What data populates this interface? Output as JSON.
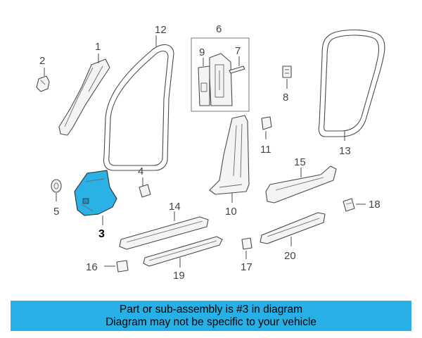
{
  "callouts": {
    "c1": "1",
    "c2": "2",
    "c3": "3",
    "c4": "4",
    "c5": "5",
    "c6": "6",
    "c7": "7",
    "c8": "8",
    "c9": "9",
    "c10": "10",
    "c11": "11",
    "c12": "12",
    "c13": "13",
    "c14": "14",
    "c15": "15",
    "c16": "16",
    "c17": "17",
    "c18": "18",
    "c19": "19",
    "c20": "20"
  },
  "highlight_color": "#27b0e6",
  "banner": {
    "line1": "Part or sub-assembly is #3 in diagram",
    "line2": "Diagram may not be specific to your vehicle"
  }
}
